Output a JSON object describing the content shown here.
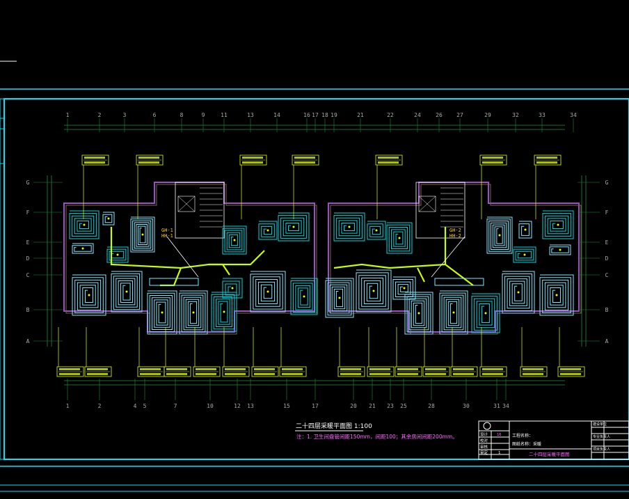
{
  "colors": {
    "background": "#000000",
    "frame": "#00e5ff",
    "grid": "#1f8f3a",
    "gridText": "#aaaaaa",
    "wall": "#9b4dca",
    "wallAlt": "#7a6a3a",
    "coil": "#00d7e0",
    "coilLight": "#7fe9ff",
    "feed": "#c8ff00",
    "label": "#e6ff00",
    "room": "#b8860b",
    "white": "#ffffff",
    "note": "#ff66ff"
  },
  "axes": {
    "top": [
      "1",
      "2",
      "3",
      "6",
      "8",
      "9",
      "11",
      "13",
      "14",
      "16",
      "17",
      "18",
      "19",
      "21",
      "22",
      "24",
      "26",
      "27",
      "29",
      "32",
      "33",
      "34"
    ],
    "bottom": [
      "1",
      "2",
      "4",
      "5",
      "7",
      "10",
      "12",
      "13",
      "15",
      "17",
      "20",
      "21",
      "23",
      "25",
      "28",
      "30",
      "31",
      "34"
    ],
    "rows": [
      "G",
      "F",
      "E",
      "D",
      "C",
      "B",
      "A"
    ]
  },
  "drawing": {
    "title": "二十四层采暖平面图 1:100",
    "note": "注：1. 卫生间盘管间距150mm，间距100；其余房间间距200mm。",
    "riser_left_1": "GH-1",
    "riser_left_2": "HH-1",
    "riser_right_1": "GH-2",
    "riser_right_2": "HH-2"
  },
  "title_block": {
    "sheet_name": "二十四层采暖平面图",
    "project_label": "工程名称：",
    "drawing_label": "图纸名称：",
    "drawing_value": "采暖",
    "row_labels": [
      "设计",
      "校对",
      "审核",
      "审定"
    ],
    "right_labels": [
      "建设单位",
      "专业负责人",
      "项目负责人"
    ],
    "page": "1",
    "count": "16"
  }
}
